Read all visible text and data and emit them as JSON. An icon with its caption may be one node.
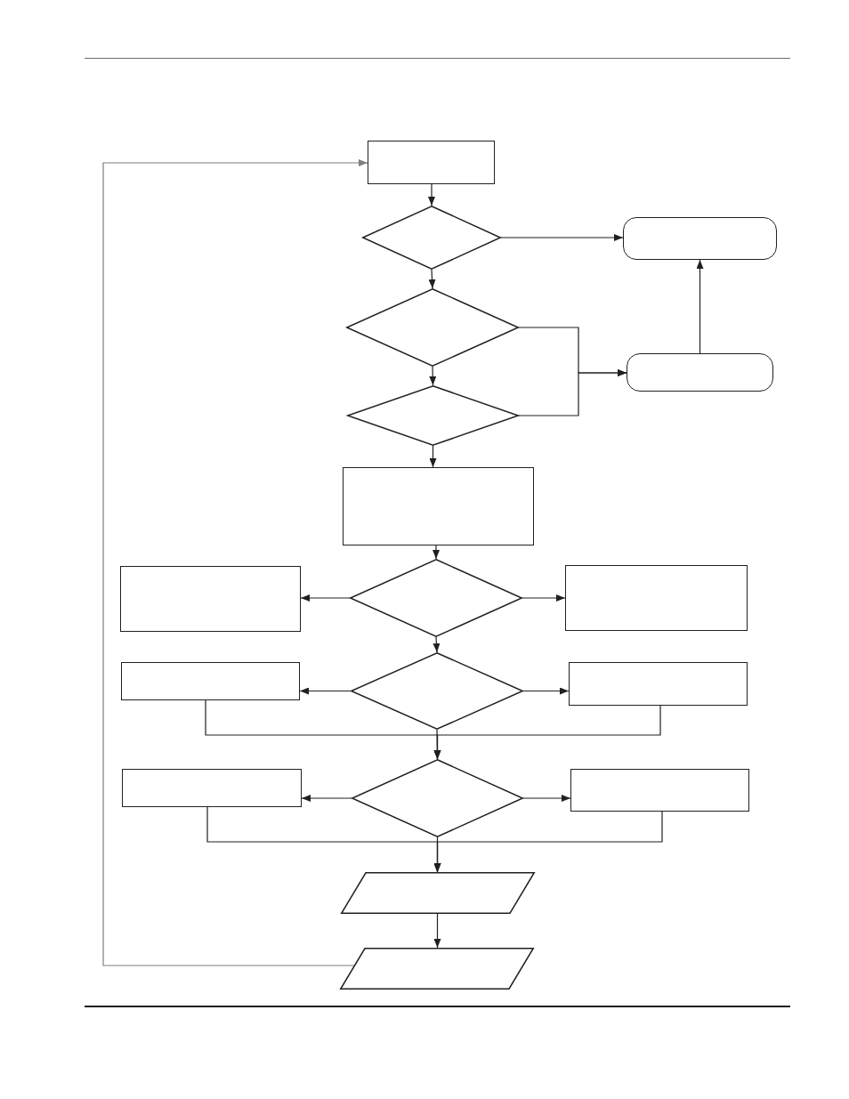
{
  "diagram": {
    "nodes": [
      {
        "text": [],
        "shape": "box"
      },
      {
        "text": [],
        "shape": "diamond"
      },
      {
        "text": [],
        "shape": "rounded"
      },
      {
        "text": [],
        "shape": "diamond"
      },
      {
        "text": [],
        "shape": "rounded"
      },
      {
        "text": [],
        "shape": "diamond"
      },
      {
        "text": [],
        "shape": "box"
      },
      {
        "text": [],
        "shape": "diamond"
      },
      {
        "text": [],
        "shape": "box"
      },
      {
        "text": [],
        "shape": "box"
      },
      {
        "text": [],
        "shape": "diamond"
      },
      {
        "text": [],
        "shape": "box"
      },
      {
        "text": [],
        "shape": "box"
      },
      {
        "text": [],
        "shape": "diamond"
      },
      {
        "text": [],
        "shape": "box"
      },
      {
        "text": [],
        "shape": "box"
      },
      {
        "text": [],
        "shape": "parallelogram"
      },
      {
        "text": [],
        "shape": "parallelogram"
      }
    ],
    "edges": [
      {
        "from": 0,
        "to": 1,
        "arrow": "to"
      },
      {
        "from": 1,
        "to": 2,
        "arrow": "to"
      },
      {
        "from": 1,
        "to": 3,
        "arrow": "to"
      },
      {
        "from": 3,
        "to": 4,
        "arrow": "to"
      },
      {
        "from": 5,
        "to": 4,
        "arrow": "to"
      },
      {
        "from": 4,
        "to": 2,
        "arrow": "to"
      },
      {
        "from": 3,
        "to": 5,
        "arrow": "to"
      },
      {
        "from": 5,
        "to": 6,
        "arrow": "to"
      },
      {
        "from": 6,
        "to": 7,
        "arrow": "to"
      },
      {
        "from": 7,
        "to": 8,
        "arrow": "to"
      },
      {
        "from": 7,
        "to": 9,
        "arrow": "to"
      },
      {
        "from": 7,
        "to": 10,
        "arrow": "to"
      },
      {
        "from": 10,
        "to": 11,
        "arrow": "to"
      },
      {
        "from": 10,
        "to": 12,
        "arrow": "to"
      },
      {
        "from": 10,
        "to": 13,
        "arrow": "to"
      },
      {
        "from": 11,
        "to": 13,
        "arrow": "to"
      },
      {
        "from": 12,
        "to": 13,
        "arrow": "to"
      },
      {
        "from": 13,
        "to": 14,
        "arrow": "to"
      },
      {
        "from": 13,
        "to": 15,
        "arrow": "to"
      },
      {
        "from": 13,
        "to": 16,
        "arrow": "to"
      },
      {
        "from": 14,
        "to": 16,
        "arrow": "to"
      },
      {
        "from": 15,
        "to": 16,
        "arrow": "to"
      },
      {
        "from": 16,
        "to": 17,
        "arrow": "to"
      },
      {
        "from": 17,
        "to": 0,
        "arrow": "to",
        "color": "#7f7f7f"
      }
    ]
  }
}
